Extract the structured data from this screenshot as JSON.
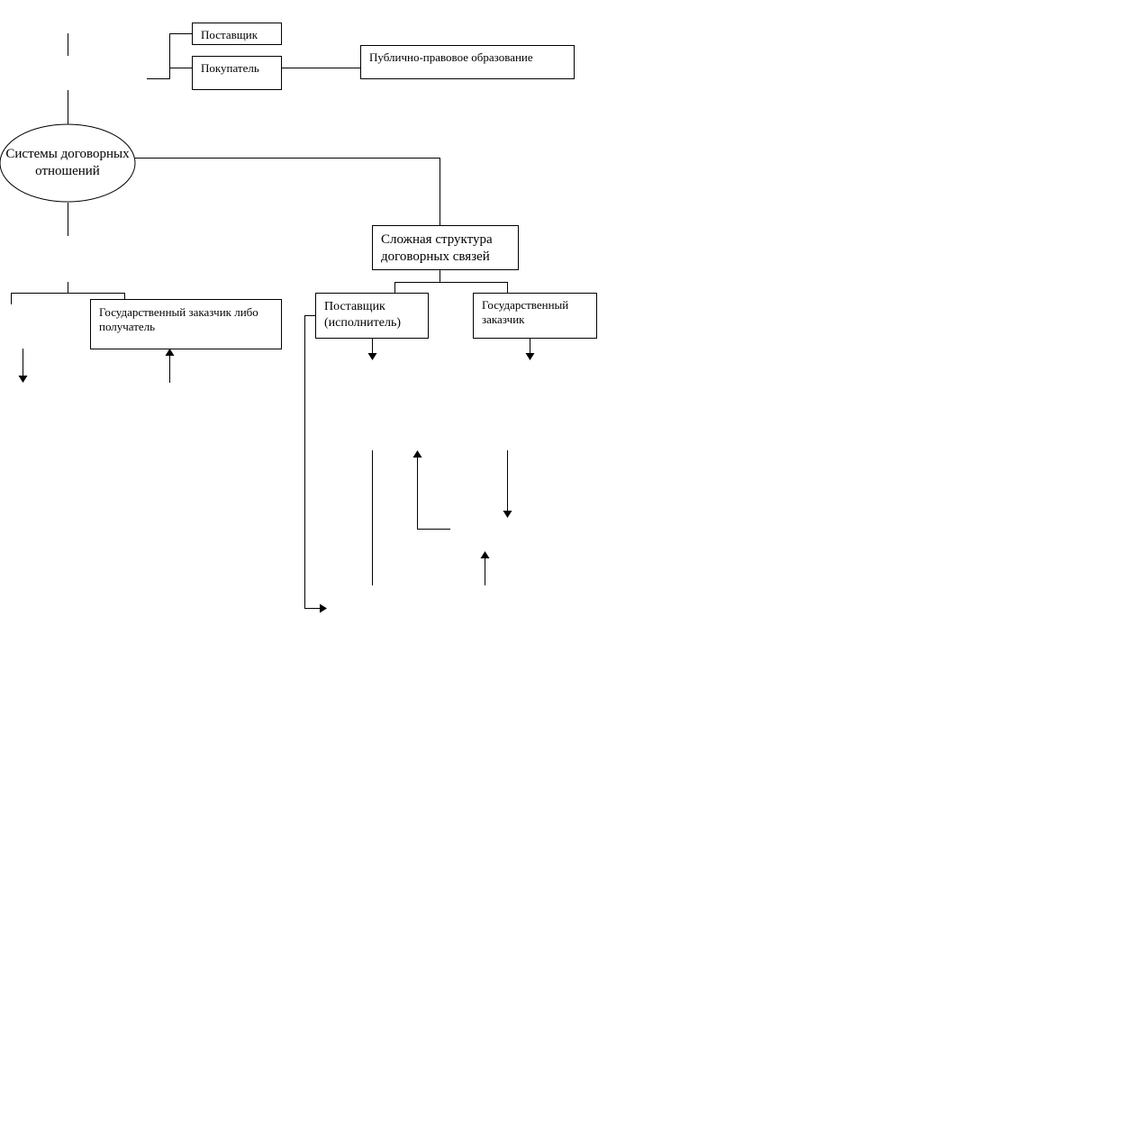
{
  "nodes": {
    "root": "Системы договорных отношений",
    "supplier_top": "Поставщик",
    "buyer": "Покупатель",
    "public_entity": "Публично-правовое образование",
    "state_customer_or_recipient": "Государственный заказчик либо получатель",
    "complex_structure": "Сложная структура договорных связей",
    "supplier_executor": "Поставщик (исполнитель)",
    "state_customer": "Государственный заказчик"
  }
}
